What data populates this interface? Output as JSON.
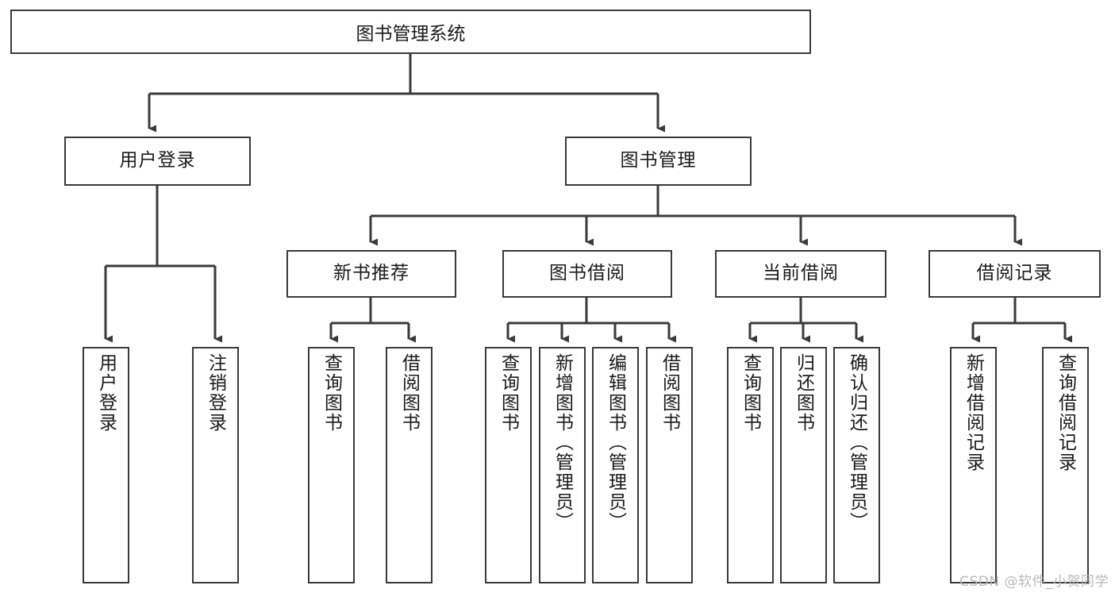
{
  "diagram": {
    "type": "tree",
    "title": "图书管理系统",
    "root": {
      "label": "图书管理系统"
    },
    "level1": [
      {
        "label": "用户登录"
      },
      {
        "label": "图书管理"
      }
    ],
    "level2": [
      {
        "label": "新书推荐"
      },
      {
        "label": "图书借阅"
      },
      {
        "label": "当前借阅"
      },
      {
        "label": "借阅记录"
      }
    ],
    "leaves": {
      "user_login": [
        {
          "label": "用户登录"
        },
        {
          "label": "注销登录"
        }
      ],
      "new_book_recommend": [
        {
          "label": "查询图书"
        },
        {
          "label": "借阅图书"
        }
      ],
      "book_borrow": [
        {
          "label": "查询图书"
        },
        {
          "label": "新增图书（管理员）"
        },
        {
          "label": "编辑图书（管理员）"
        },
        {
          "label": "借阅图书"
        }
      ],
      "current_borrow": [
        {
          "label": "查询图书"
        },
        {
          "label": "归还图书"
        },
        {
          "label": "确认归还（管理员）"
        }
      ],
      "borrow_record": [
        {
          "label": "新增借阅记录"
        },
        {
          "label": "查询借阅记录"
        }
      ]
    }
  },
  "watermark": {
    "text": "CSDN @软件_小贺同学"
  },
  "colors": {
    "border": "#3a3a3a",
    "text": "#1a1a1a",
    "background": "#ffffff",
    "watermark": "#b9b9b9"
  }
}
